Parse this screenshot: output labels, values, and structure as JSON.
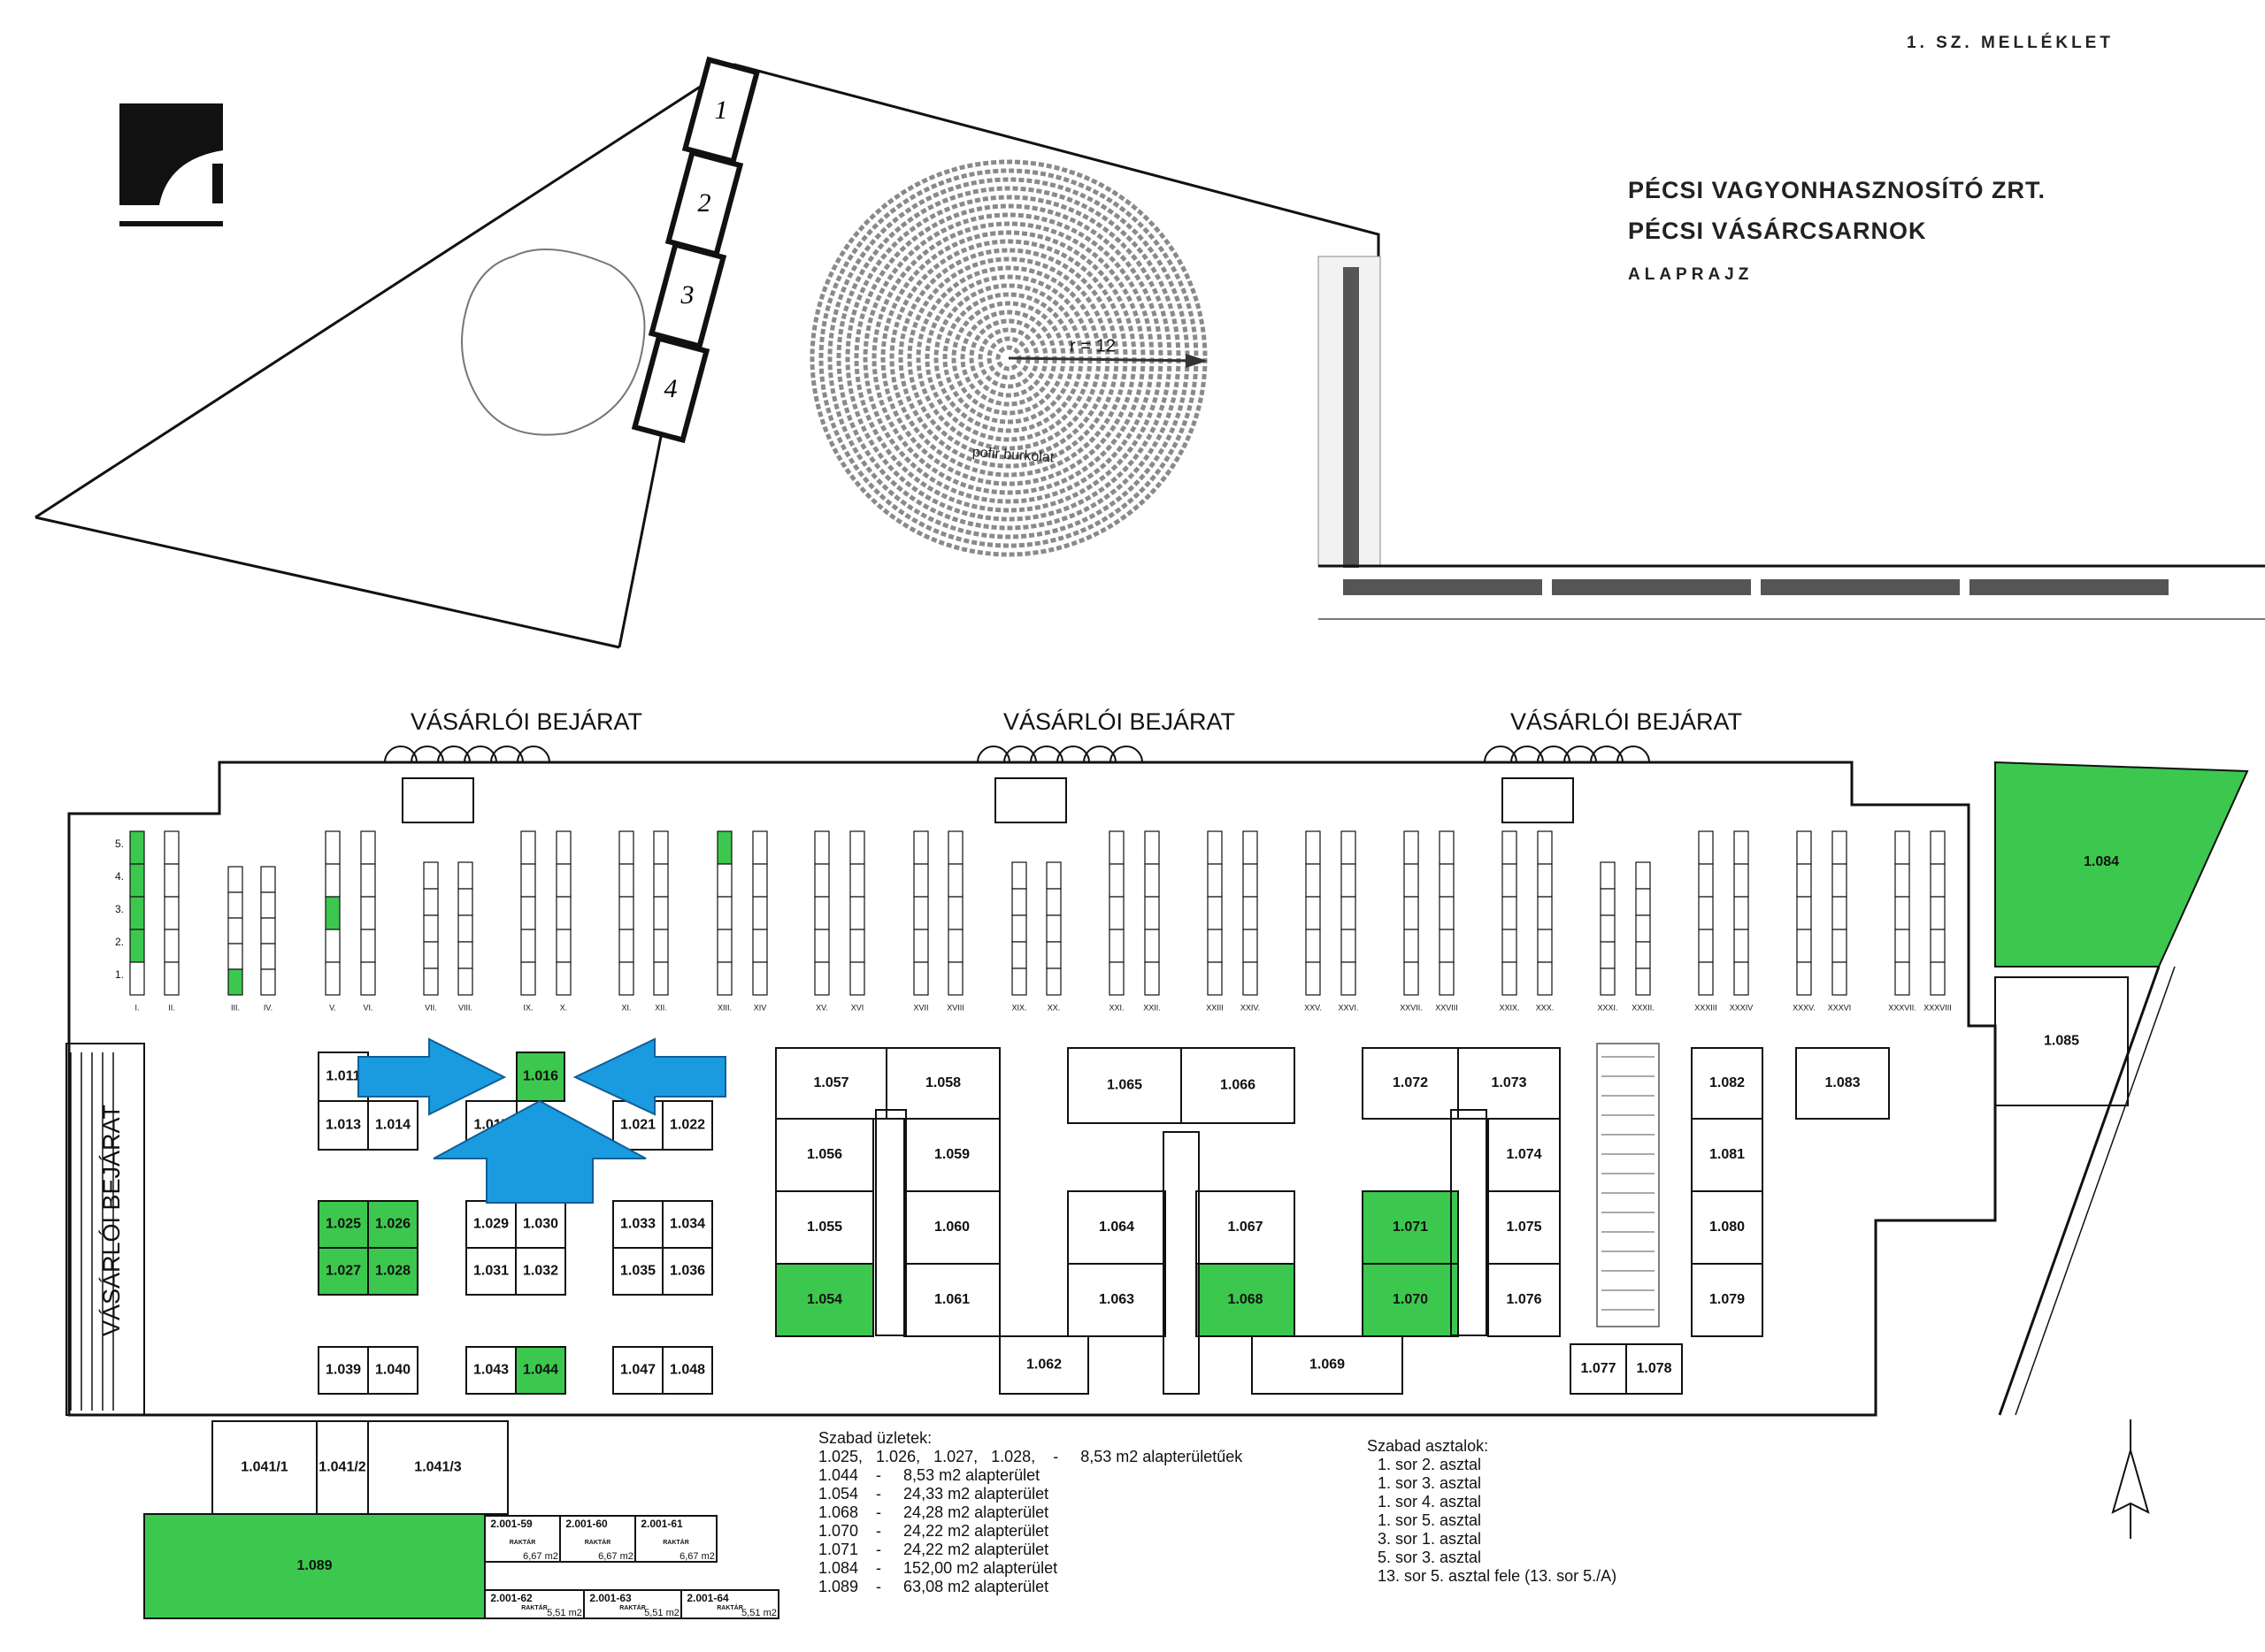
{
  "header": {
    "annex": "1. SZ. MELLÉKLET",
    "company": "PÉCSI VAGYONHASZNOSÍTÓ ZRT.",
    "venue": "PÉCSI VÁSÁRCSARNOK",
    "doc_type": "ALAPRAJZ"
  },
  "colors": {
    "free": "#3cc84e",
    "arrow": "#1a9be0",
    "line": "#111111",
    "pavement": "#8a8a8a"
  },
  "plaza": {
    "parking_spots": [
      "1",
      "2",
      "3",
      "4"
    ],
    "radius_label": "r = 12",
    "paving_label": "pofir burkolat"
  },
  "entrances": {
    "top": [
      "VÁSÁRLÓI BEJÁRAT",
      "VÁSÁRLÓI BEJÁRAT",
      "VÁSÁRLÓI BEJÁRAT"
    ],
    "left": "VÁSÁRLÓI BEJÁRAT"
  },
  "table_rows": {
    "labels": [
      "I.",
      "II.",
      "III.",
      "IV.",
      "V.",
      "VI.",
      "VII.",
      "VIII.",
      "IX.",
      "X.",
      "XI.",
      "XII.",
      "XIII.",
      "XIV",
      "XV.",
      "XVI",
      "XVII",
      "XVIII",
      "XIX.",
      "XX.",
      "XXI.",
      "XXII.",
      "XXIII",
      "XXIV.",
      "XXV.",
      "XXVI.",
      "XXVII.",
      "XXVIII",
      "XXIX.",
      "XXX.",
      "XXXI.",
      "XXXII.",
      "XXXIII",
      "XXXIV",
      "XXXV.",
      "XXXVI",
      "XXXVII.",
      "XXXVIII"
    ],
    "table_numbers": [
      "5.",
      "4.",
      "3.",
      "2.",
      "1."
    ],
    "free_tables": [
      [
        1,
        2
      ],
      [
        1,
        3
      ],
      [
        1,
        4
      ],
      [
        1,
        5
      ],
      [
        3,
        1
      ],
      [
        5,
        3
      ],
      [
        13,
        5
      ]
    ]
  },
  "units": [
    {
      "id": "1.011",
      "free": false
    },
    {
      "id": "1.016",
      "free": true
    },
    {
      "id": "1.013",
      "free": false
    },
    {
      "id": "1.014",
      "free": false
    },
    {
      "id": "1.017",
      "free": false
    },
    {
      "id": "1.021",
      "free": false
    },
    {
      "id": "1.022",
      "free": false
    },
    {
      "id": "1.025",
      "free": true
    },
    {
      "id": "1.026",
      "free": true
    },
    {
      "id": "1.027",
      "free": true
    },
    {
      "id": "1.028",
      "free": true
    },
    {
      "id": "1.029",
      "free": false
    },
    {
      "id": "1.030",
      "free": false
    },
    {
      "id": "1.031",
      "free": false
    },
    {
      "id": "1.032",
      "free": false
    },
    {
      "id": "1.033",
      "free": false
    },
    {
      "id": "1.034",
      "free": false
    },
    {
      "id": "1.035",
      "free": false
    },
    {
      "id": "1.036",
      "free": false
    },
    {
      "id": "1.039",
      "free": false
    },
    {
      "id": "1.040",
      "free": false
    },
    {
      "id": "1.043",
      "free": false
    },
    {
      "id": "1.044",
      "free": true
    },
    {
      "id": "1.047",
      "free": false
    },
    {
      "id": "1.048",
      "free": false
    },
    {
      "id": "1.057",
      "free": false
    },
    {
      "id": "1.058",
      "free": false
    },
    {
      "id": "1.056",
      "free": false
    },
    {
      "id": "1.059",
      "free": false
    },
    {
      "id": "1.055",
      "free": false
    },
    {
      "id": "1.060",
      "free": false
    },
    {
      "id": "1.054",
      "free": true
    },
    {
      "id": "1.061",
      "free": false
    },
    {
      "id": "1.062",
      "free": false
    },
    {
      "id": "1.065",
      "free": false
    },
    {
      "id": "1.066",
      "free": false
    },
    {
      "id": "1.064",
      "free": false
    },
    {
      "id": "1.067",
      "free": false
    },
    {
      "id": "1.063",
      "free": false
    },
    {
      "id": "1.068",
      "free": true
    },
    {
      "id": "1.069",
      "free": false
    },
    {
      "id": "1.072",
      "free": false
    },
    {
      "id": "1.073",
      "free": false
    },
    {
      "id": "1.074",
      "free": false
    },
    {
      "id": "1.071",
      "free": true
    },
    {
      "id": "1.075",
      "free": false
    },
    {
      "id": "1.070",
      "free": true
    },
    {
      "id": "1.076",
      "free": false
    },
    {
      "id": "1.077",
      "free": false
    },
    {
      "id": "1.078",
      "free": false
    },
    {
      "id": "1.082",
      "free": false
    },
    {
      "id": "1.081",
      "free": false
    },
    {
      "id": "1.080",
      "free": false
    },
    {
      "id": "1.079",
      "free": false
    },
    {
      "id": "1.083",
      "free": false
    },
    {
      "id": "1.084",
      "free": true
    },
    {
      "id": "1.085",
      "free": false
    },
    {
      "id": "1.041/1",
      "free": false
    },
    {
      "id": "1.041/2",
      "free": false
    },
    {
      "id": "1.041/3",
      "free": false
    },
    {
      "id": "1.089",
      "free": true
    }
  ],
  "storage": [
    {
      "id": "2.001-59",
      "label": "RAKTÁR",
      "area": "6,67 m2"
    },
    {
      "id": "2.001-60",
      "label": "RAKTÁR",
      "area": "6,67 m2"
    },
    {
      "id": "2.001-61",
      "label": "RAKTÁR",
      "area": "6,67 m2"
    },
    {
      "id": "2.001-62",
      "label": "RAKTÁR",
      "area": "5,51 m2"
    },
    {
      "id": "2.001-63",
      "label": "RAKTÁR",
      "area": "5,51 m2"
    },
    {
      "id": "2.001-64",
      "label": "RAKTÁR",
      "area": "5,51 m2"
    }
  ],
  "legend_shops": {
    "title": "Szabad üzletek:",
    "rows": [
      [
        "1.025,   1.026,   1.027,   1.028,",
        "-",
        "8,53 m2 alapterületűek"
      ],
      [
        "1.044",
        "-",
        "8,53 m2 alapterület"
      ],
      [
        "1.054",
        "-",
        "24,33 m2 alapterület"
      ],
      [
        "1.068",
        "-",
        "24,28 m2 alapterület"
      ],
      [
        "1.070",
        "-",
        "24,22 m2 alapterület"
      ],
      [
        "1.071",
        "-",
        "24,22 m2 alapterület"
      ],
      [
        "1.084",
        "-",
        "152,00 m2 alapterület"
      ],
      [
        "1.089",
        "-",
        "63,08 m2 alapterület"
      ]
    ]
  },
  "legend_tables": {
    "title": "Szabad asztalok:",
    "rows": [
      "1. sor 2. asztal",
      "1. sor 3. asztal",
      "1. sor 4. asztal",
      "1. sor 5. asztal",
      "3. sor 1. asztal",
      "5. sor 3. asztal",
      "13. sor 5. asztal fele (13. sor 5./A)"
    ]
  }
}
